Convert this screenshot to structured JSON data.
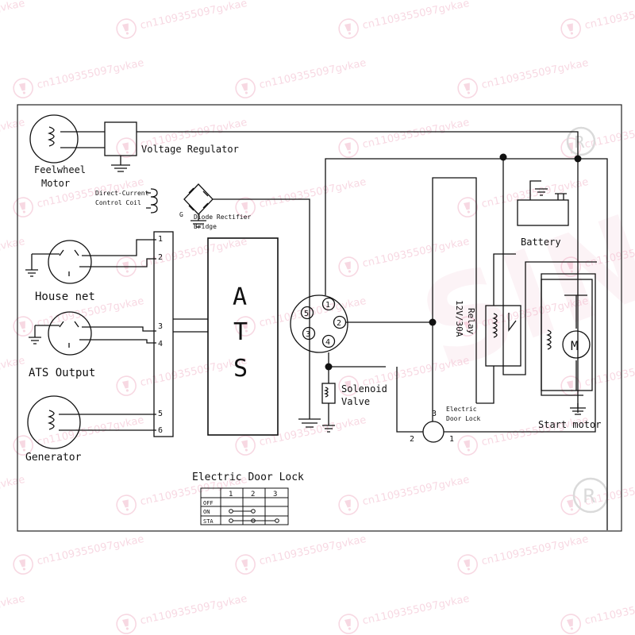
{
  "watermark": {
    "text": "cn1109355097gvkae",
    "brand": "SINUO",
    "color": "#f2b9cc"
  },
  "labels": {
    "flywheel_motor": [
      "Feelwheel",
      "Motor"
    ],
    "voltage_regulator": "Voltage Regulator",
    "dc_control_coil": [
      "Direct-Current",
      "Control Coil"
    ],
    "diode_rectifier": [
      "Diode Rectifier",
      "Bridge"
    ],
    "house_net": "House net",
    "ats_output": "ATS  Output",
    "generator": "Generator",
    "ats": [
      "A",
      "T",
      "S"
    ],
    "battery": "Battery",
    "relay": [
      "Relay",
      "12V/30A"
    ],
    "solenoid_valve": [
      "Solenoid",
      "Valve"
    ],
    "electric_door_lock": [
      "Electric",
      "Door Lock"
    ],
    "start_motor": "Start motor",
    "motor_symbol": "M",
    "diode_ground_mark": "G"
  },
  "terminal_block": [
    "1",
    "2",
    "3",
    "4",
    "5",
    "6"
  ],
  "connector_pins": [
    "1",
    "2",
    "3",
    "4",
    "5"
  ],
  "door_lock_pins": [
    "1",
    "2",
    "3"
  ],
  "lock_table": {
    "title": "Electric Door Lock",
    "columns": [
      "",
      "1",
      "2",
      "3"
    ],
    "rows": [
      "OFF",
      "ON",
      "STA"
    ]
  }
}
